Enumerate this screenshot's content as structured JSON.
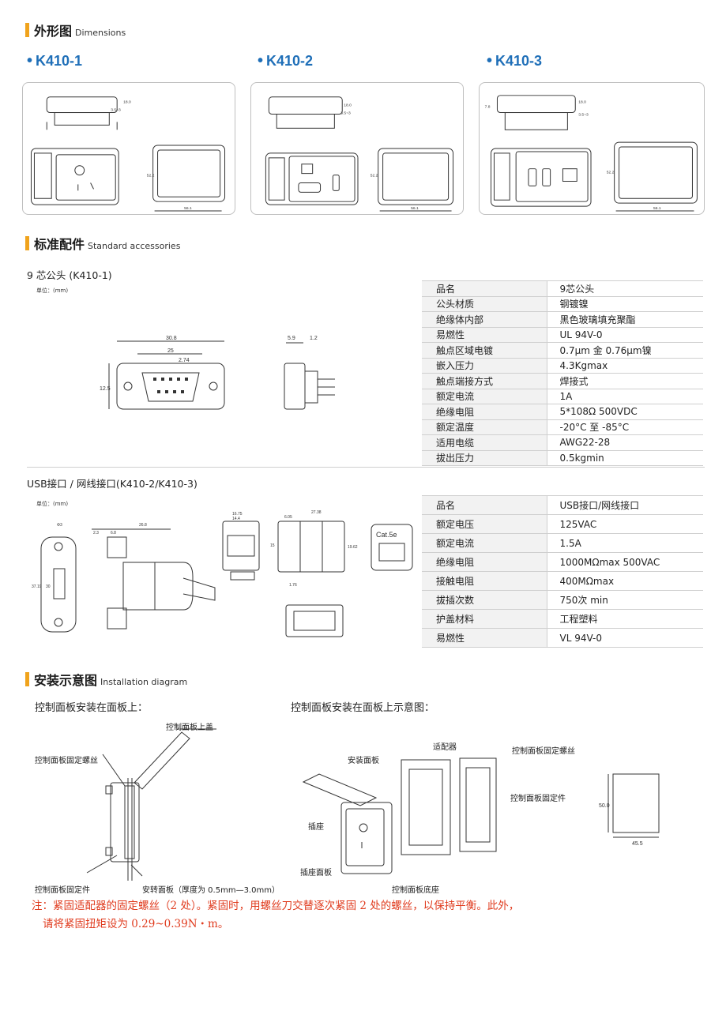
{
  "sections": {
    "dimensions": {
      "zh": "外形图",
      "en": "Dimensions"
    },
    "accessories": {
      "zh": "标准配件",
      "en": "Standard accessories"
    },
    "installation": {
      "zh": "安装示意图",
      "en": "Installation diagram"
    }
  },
  "models": [
    "K410-1",
    "K410-2",
    "K410-3"
  ],
  "drawing_dims": {
    "height": "18.0",
    "gap": "3.5~3",
    "side": "52.2",
    "width": "56.1",
    "small_h": "7.8"
  },
  "db9": {
    "title": "9 芯公头  (K410-1)",
    "unit": "单位：(mm)",
    "dims": {
      "w": "30.8",
      "inner": "25",
      "pitch": "2.74",
      "h": "12.5",
      "d1": "5.9",
      "d2": "1.2"
    },
    "specs": [
      {
        "k": "品名",
        "v": "9芯公头"
      },
      {
        "k": "公头材质",
        "v": "钢镀镍"
      },
      {
        "k": "绝缘体内部",
        "v": "黑色玻璃填充聚酯"
      },
      {
        "k": "易燃性",
        "v": "UL 94V-0"
      },
      {
        "k": "触点区域电镀",
        "v": "0.7μm 金  0.76μm镍"
      },
      {
        "k": "嵌入压力",
        "v": "4.3Kgmax"
      },
      {
        "k": "触点端接方式",
        "v": "焊接式"
      },
      {
        "k": "额定电流",
        "v": "1A"
      },
      {
        "k": "绝缘电阻",
        "v": "5*108Ω      500VDC"
      },
      {
        "k": "额定温度",
        "v": "-20°C  至  -85°C"
      },
      {
        "k": "适用电缆",
        "v": "AWG22-28"
      },
      {
        "k": "拔出压力",
        "v": "0.5kgmin"
      }
    ]
  },
  "usb": {
    "title": "USB接口 / 网线接口(K410-2/K410-3)",
    "unit": "单位：(mm)",
    "dims": {
      "hole": "Φ3",
      "a": "2.3",
      "b": "6.8",
      "c": "26.8",
      "h1": "37.19",
      "h2": "30",
      "d1": "16.75",
      "d2": "14.4",
      "d3": "6.05",
      "d4": "27.38",
      "d5": "15",
      "d6": "19.62",
      "d7": "1.76",
      "cat": "Cat.5e"
    },
    "specs": [
      {
        "k": "品名",
        "v": "USB接口/网线接口"
      },
      {
        "k": "额定电压",
        "v": "125VAC"
      },
      {
        "k": "额定电流",
        "v": "1.5A"
      },
      {
        "k": "绝缘电阻",
        "v": "1000MΩmax   500VAC"
      },
      {
        "k": "接触电阻",
        "v": "400MΩmax"
      },
      {
        "k": "拔插次数",
        "v": "750次  min"
      },
      {
        "k": "护盖材料",
        "v": "工程塑料"
      },
      {
        "k": "易燃性",
        "v": "VL  94V-0"
      }
    ]
  },
  "installation": {
    "left_title": "控制面板安装在面板上：",
    "right_title": "控制面板安装在面板上示意图：",
    "left_labels": {
      "top_cover": "控制面板上盖",
      "screw": "控制面板固定螺丝",
      "fixer": "控制面板固定件",
      "panel": "安转面板（厚度为 0.5mm—3.0mm）"
    },
    "right_labels": {
      "adapter": "适配器",
      "screw": "控制面板固定螺丝",
      "mount_panel": "安装面板",
      "fixer": "控制面板固定件",
      "socket": "插座",
      "socket_panel": "插座面板",
      "base": "控制面板底座"
    },
    "cutout": {
      "h": "50.0",
      "w": "45.5"
    },
    "note_line1": "注：紧固适配器的固定螺丝（2 处）。紧固时，用螺丝刀交替逐次紧固 2 处的螺丝，以保持平衡。此外，",
    "note_line2": "请将紧固扭矩设为 0.29~0.39N・m。"
  },
  "colors": {
    "accent": "#f0a31c",
    "model_blue": "#1f6fb8",
    "note_red": "#e03c1f"
  }
}
